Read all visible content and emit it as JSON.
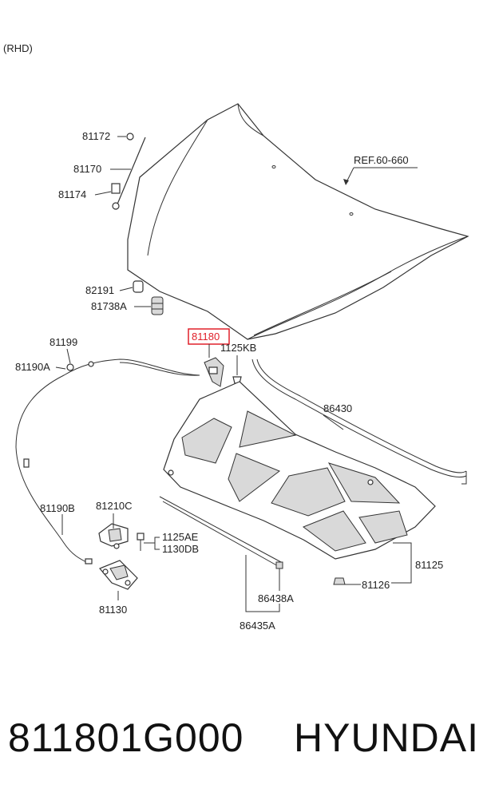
{
  "header": {
    "variant": "(RHD)"
  },
  "labels": {
    "l81172": "81172",
    "l81170": "81170",
    "l81174": "81174",
    "lref": "REF.60-660",
    "l82191": "82191",
    "l81738A": "81738A",
    "l81180": "81180",
    "l1125KB": "1125KB",
    "l81199": "81199",
    "l81190A": "81190A",
    "l86430": "86430",
    "l81190B": "81190B",
    "l81210C": "81210C",
    "l1125AE": "1125AE",
    "l1130DB": "1130DB",
    "l81130": "81130",
    "l81125": "81125",
    "l81126": "81126",
    "l86438A": "86438A",
    "l86435A": "86435A"
  },
  "highlight": {
    "part": "81180",
    "color": "#e0202a"
  },
  "footer": {
    "part_number": "811801G000",
    "brand": "HYUNDAI"
  }
}
